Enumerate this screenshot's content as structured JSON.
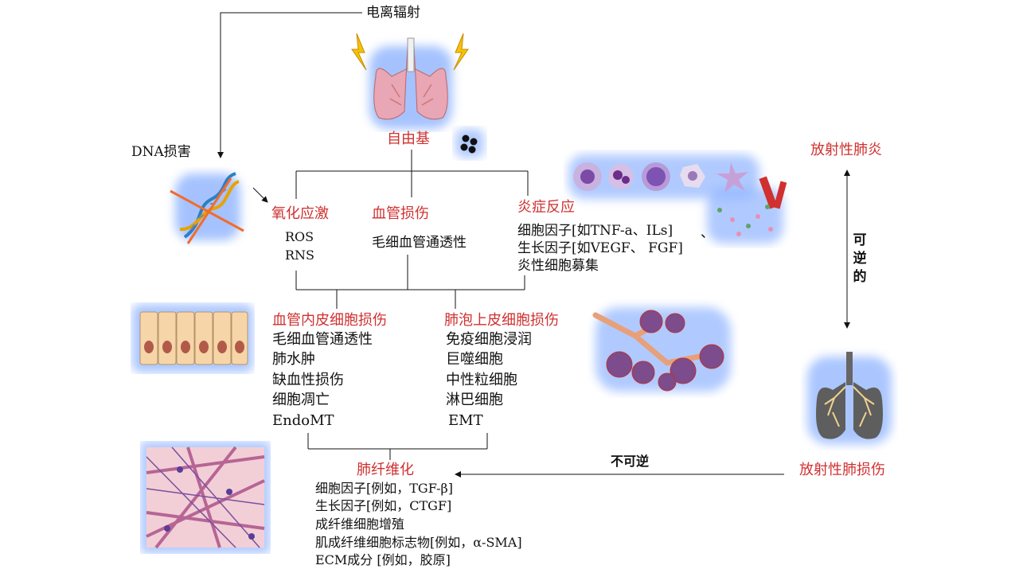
{
  "labels": {
    "radiation": "电离辐射",
    "dna_damage": "DNA损害",
    "free_radical": "自由基",
    "oxidative_stress": "氧化应激",
    "vascular_damage": "血管损伤",
    "inflammation": "炎症反应",
    "radiation_pneumonitis": "放射性肺炎",
    "reversible": [
      "可",
      "逆",
      "的"
    ],
    "irreversible": "不可逆",
    "radiation_lung_injury": "放射性肺损伤",
    "endothelial_injury": "血管内皮细胞损伤",
    "epithelial_injury": "肺泡上皮细胞损伤",
    "fibrosis": "肺纤维化",
    "comma_mark": "、"
  },
  "lists": {
    "oxidative": [
      "ROS",
      "RNS"
    ],
    "vascular": [
      "毛细血管通透性"
    ],
    "inflammation": [
      "细胞因子[如TNF-a、ILs]",
      "生长因子[如VEGF、 FGF]",
      "炎性细胞募集"
    ],
    "endothelial": [
      "毛细血管通透性",
      "肺水肿",
      "缺血性损伤",
      "细胞凋亡",
      "EndoMT"
    ],
    "epithelial": [
      "免疫细胞浸润",
      "巨噬细胞",
      "中性粒细胞",
      " 淋巴细胞",
      "EMT"
    ],
    "fibrosis": [
      "细胞因子[例如，TGF-β]",
      "生长因子[例如，CTGF]",
      "成纤维细胞增殖",
      "肌成纤维细胞标志物[例如，α-SMA]",
      "ECM成分 [例如，胶原]"
    ]
  },
  "colors": {
    "accent_red": "#d03030",
    "glow_blue": "#8fb4ff",
    "line": "#111111"
  },
  "icons": [
    "lightning-icon",
    "lungs-icon",
    "dna-icon",
    "particles-icon",
    "cells-icon",
    "endothelium-icon",
    "alveoli-icon",
    "fibers-icon",
    "fibrotic-lungs-icon"
  ]
}
